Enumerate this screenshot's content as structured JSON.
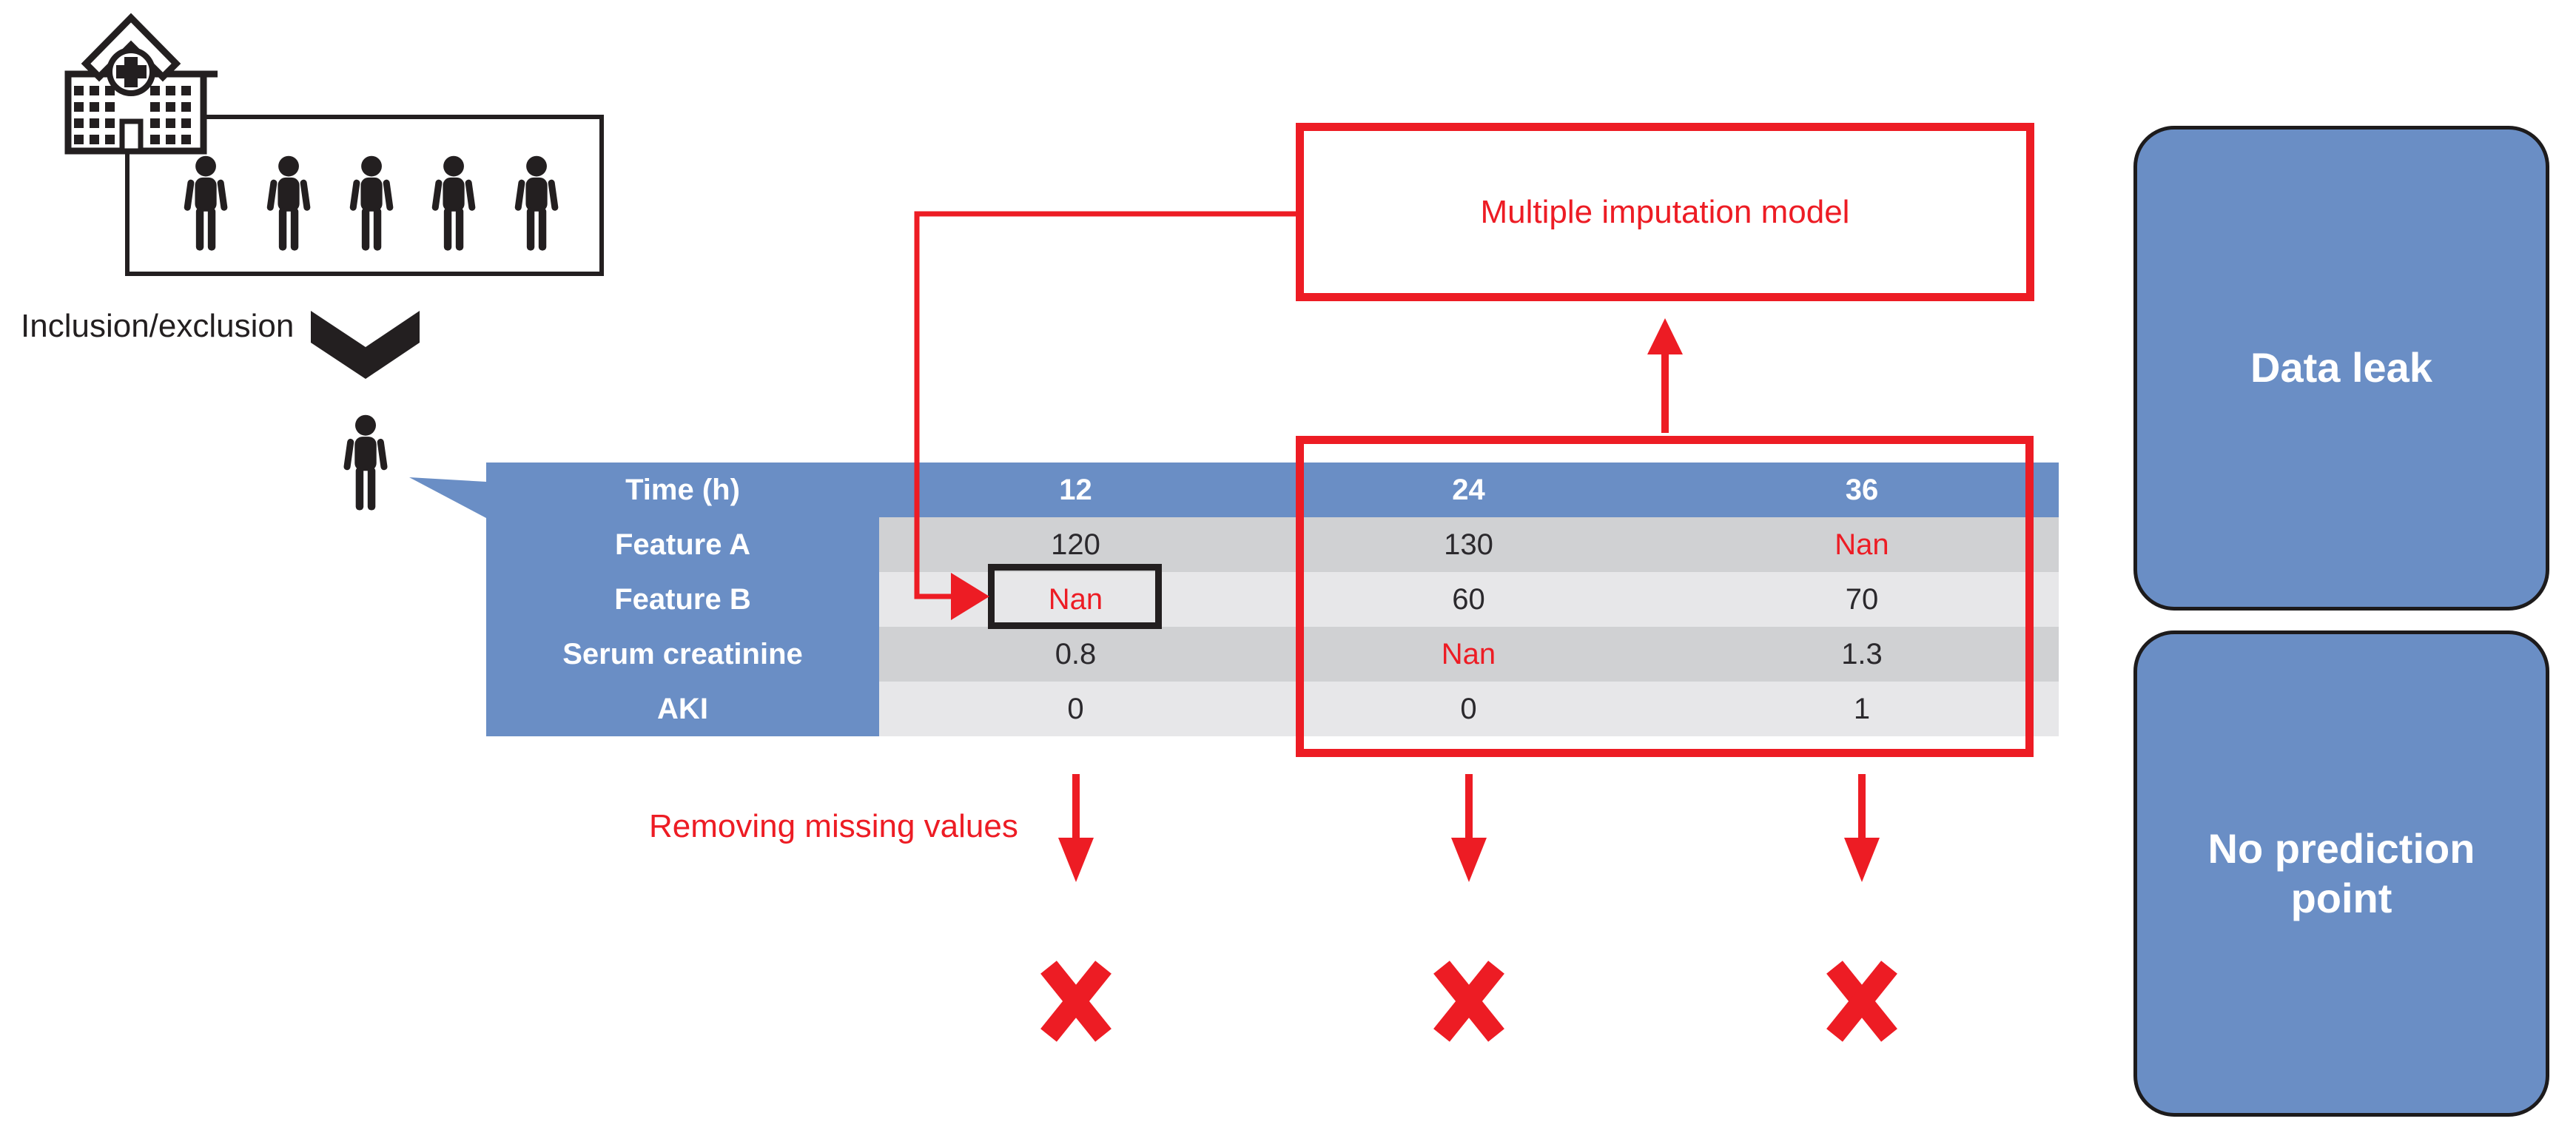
{
  "figure": {
    "inclusion_label": "Inclusion/exclusion",
    "imputation_box": {
      "label": "Multiple imputation model"
    },
    "removing_label": "Removing missing values",
    "outcome_boxes": [
      {
        "label": "Data leak"
      },
      {
        "label": "No prediction point"
      }
    ],
    "table": {
      "corner_label": "Time (h)",
      "time_columns": [
        "12",
        "24",
        "36"
      ],
      "rows": [
        {
          "label": "Feature A",
          "values": [
            "120",
            "130",
            "Nan"
          ]
        },
        {
          "label": "Feature B",
          "values": [
            "Nan",
            "60",
            "70"
          ]
        },
        {
          "label": "Serum creatinine",
          "values": [
            "0.8",
            "Nan",
            "1.3"
          ]
        },
        {
          "label": "AKI",
          "values": [
            "0",
            "0",
            "1"
          ]
        }
      ]
    },
    "icons": {
      "hospital": "hospital-building-icon",
      "cohort": "person-pictogram-icon",
      "selection": "chevron-down-icon",
      "pointer": "red-arrow-icon",
      "excluded": "x-mark-icon"
    },
    "colors": {
      "blue": "#6a8ec5",
      "red": "#ed1c24",
      "ink": "#231f20",
      "row_dark": "#d0d1d3",
      "row_light": "#e7e7e9"
    }
  }
}
